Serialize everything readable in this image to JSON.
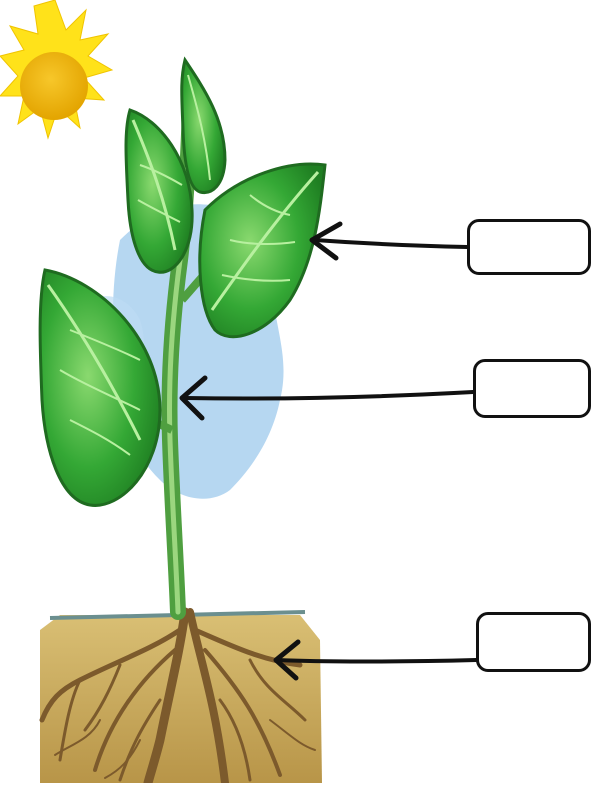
{
  "diagram": {
    "subject": "plant",
    "labels": [
      {
        "id": "leaf",
        "text": ""
      },
      {
        "id": "stem",
        "text": ""
      },
      {
        "id": "root",
        "text": ""
      }
    ],
    "colors": {
      "sun": "#f2b705",
      "sun_rays": "#ffe21a",
      "sky": "#a9d0ee",
      "leaf": "#2ea82e",
      "leaf_light": "#7fd36a",
      "stem": "#58b24a",
      "soil": "#c9a75a",
      "root": "#8c6a3a",
      "arrow": "#111111"
    }
  }
}
